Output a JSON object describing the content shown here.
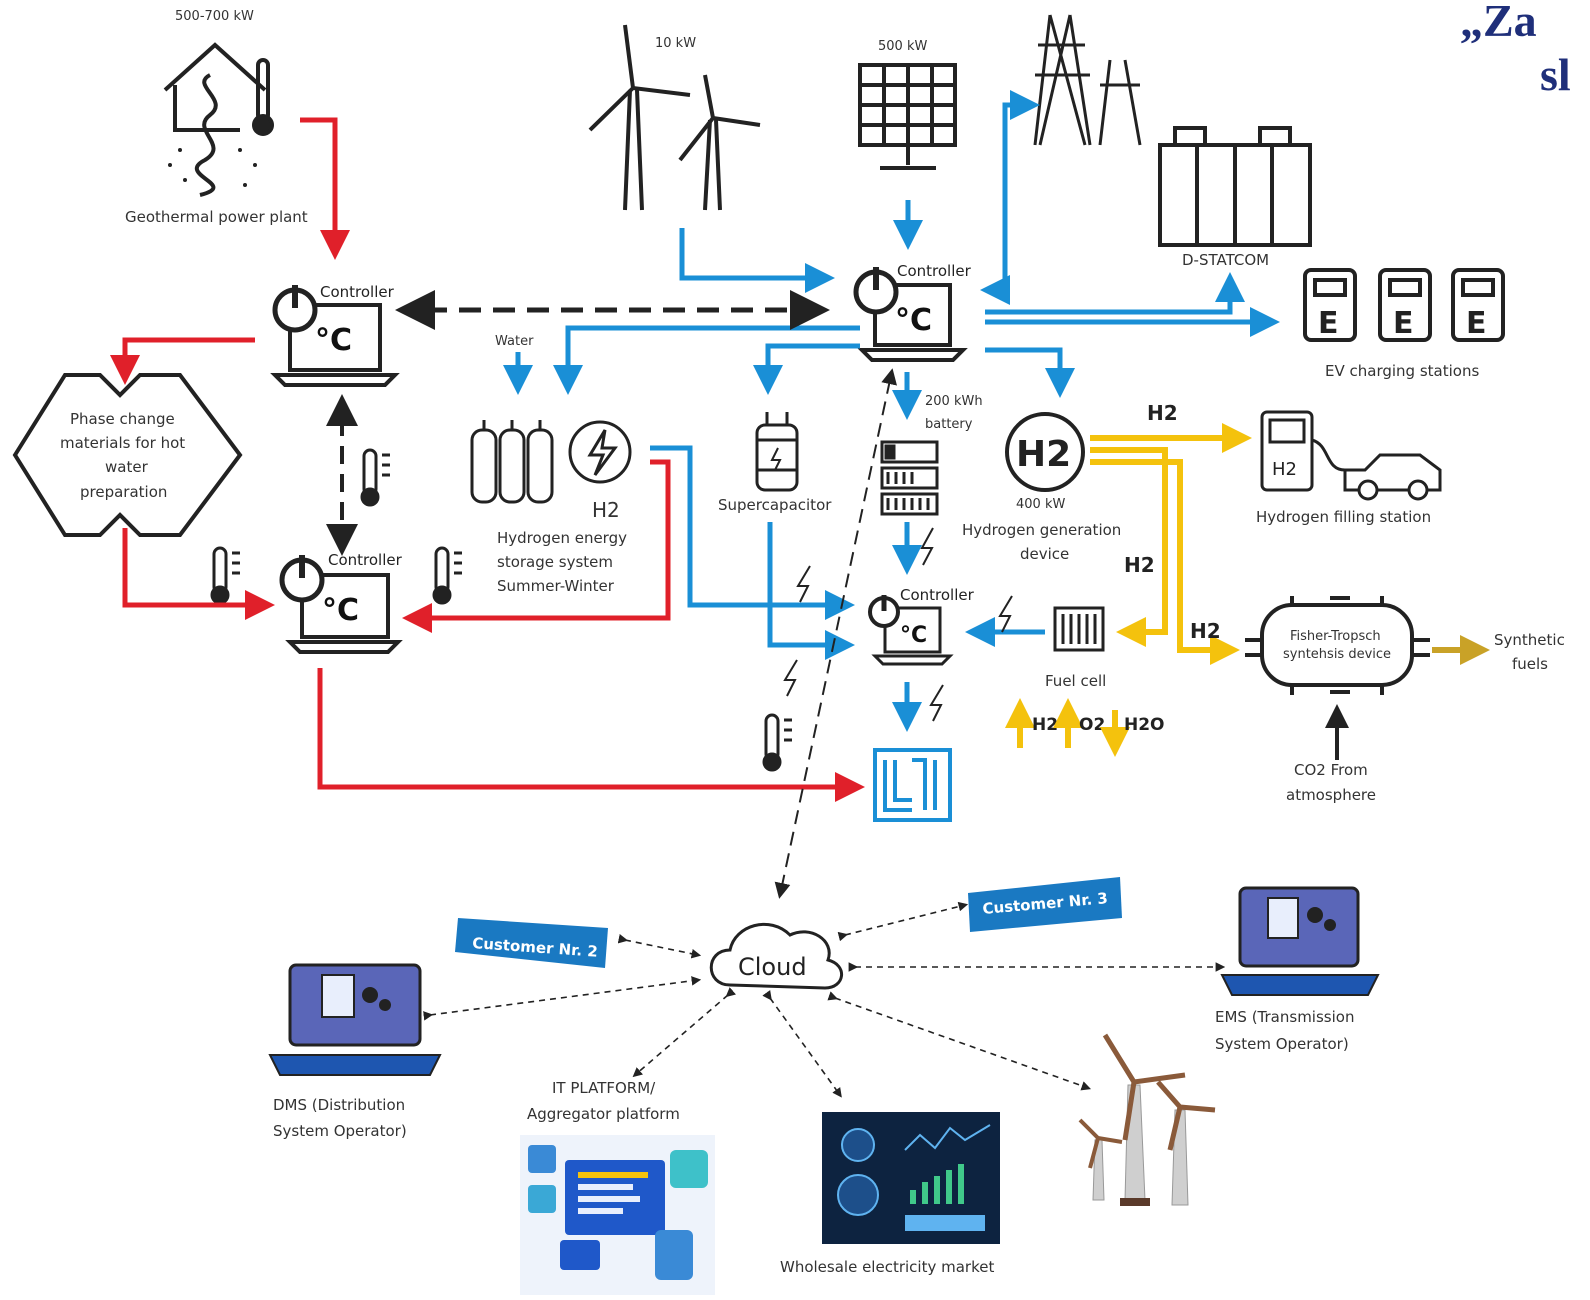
{
  "title": {
    "line1": "„Za",
    "line2": "sl"
  },
  "power": {
    "geothermal_kw": "500-700 kW",
    "wind_kw": "10 kW",
    "solar_kw": "500 kW",
    "hydrogen_kw": "400 kW"
  },
  "labels": {
    "geothermal": "Geothermal power plant",
    "controller": "Controller",
    "celsius": "°C",
    "water": "Water",
    "pcm": [
      "Phase change",
      "materials for hot",
      "water",
      "preparation"
    ],
    "h2_storage": [
      "Hydrogen energy",
      "storage system",
      "Summer-Winter"
    ],
    "supercap": "Supercapacitor",
    "battery": [
      "200 kWh",
      "battery"
    ],
    "h2_device": [
      "Hydrogen generation",
      "device"
    ],
    "h2_symbol": "H2",
    "h2_small": "H2",
    "fuel_cell": "Fuel cell",
    "fc_h2": "H2",
    "fc_o2": "O2",
    "fc_h2o": "H2O",
    "dstatcom": "D-STATCOM",
    "ev": "EV charging stations",
    "ev_letter": "E",
    "h2_station": "Hydrogen filling station",
    "ft": [
      "Fisher-Tropsch",
      "syntehsis device"
    ],
    "synthetic": [
      "Synthetic",
      "fuels"
    ],
    "co2": [
      "CO2  From",
      "atmosphere"
    ],
    "cloud": "Cloud",
    "customer2": "Customer Nr. 2",
    "customer3": "Customer Nr. 3",
    "dms": [
      "DMS (Distribution",
      "System Operator)"
    ],
    "ems": [
      "EMS (Transmission",
      "System Operator)"
    ],
    "it": [
      "IT PLATFORM/",
      "Aggregator platform"
    ],
    "market": "Wholesale electricity market"
  },
  "colors": {
    "electric": "#1a8fd6",
    "heat": "#e0202a",
    "hydrogen": "#f4c20d",
    "fuel": "#c9a227",
    "control": "#222222",
    "title": "#1f2f7a"
  }
}
